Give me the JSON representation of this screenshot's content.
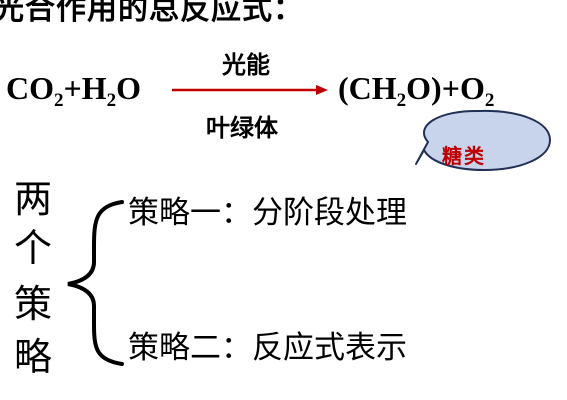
{
  "title": "光合作用的总反应式：",
  "equation": {
    "reactants": {
      "co2_main": "CO",
      "co2_sub": "2",
      "plus1": "+H",
      "h2o_sub": "2",
      "h2o_tail": "O"
    },
    "condition_top": "光能",
    "condition_bottom": "叶绿体",
    "products": {
      "ch2o_open": "(CH",
      "ch2o_sub": "2",
      "ch2o_tail": "O)+O",
      "o2_sub": "2"
    }
  },
  "bubble": {
    "text": "糖类",
    "fill": "#c8d4ec",
    "text_color": "#c00000"
  },
  "side_label": [
    "两",
    "个",
    "策",
    "略"
  ],
  "strategies": [
    {
      "text": "策略一：分阶段处理"
    },
    {
      "text": "策略二：反应式表示"
    }
  ]
}
